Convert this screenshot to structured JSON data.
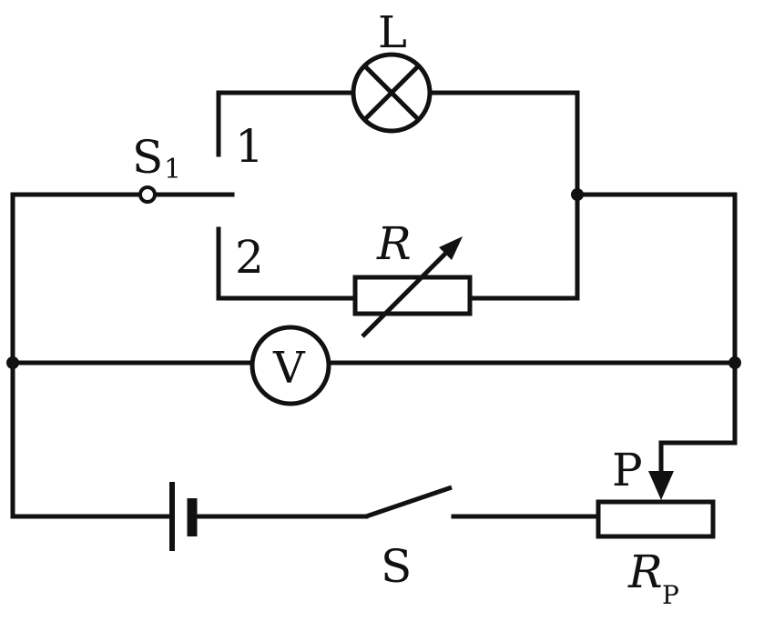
{
  "labels": {
    "lamp": "L",
    "switch_s1": "S",
    "switch_s1_sub": "1",
    "contact_1": "1",
    "contact_2": "2",
    "resistance_box": "R",
    "voltmeter": "V",
    "slider": "P",
    "main_switch": "S",
    "rheostat": "R",
    "rheostat_sub": "P"
  },
  "colors": {
    "wire": "#111111",
    "background": "#ffffff"
  }
}
